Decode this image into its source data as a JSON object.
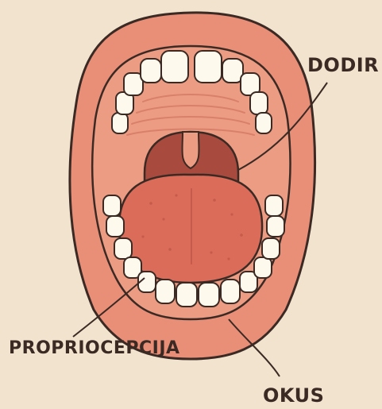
{
  "labels": {
    "dodir": "DODIR",
    "propriocepcija": "PROPRIOCEPCIJA",
    "okus": "OKUS"
  },
  "colors": {
    "background": "#f1e3cd",
    "lips": "#e98f78",
    "mouth_interior": "#ec9c82",
    "throat": "#a94a3e",
    "tongue": "#db6c5a",
    "teeth": "#fdf9ec",
    "outline": "#3b2a24"
  }
}
